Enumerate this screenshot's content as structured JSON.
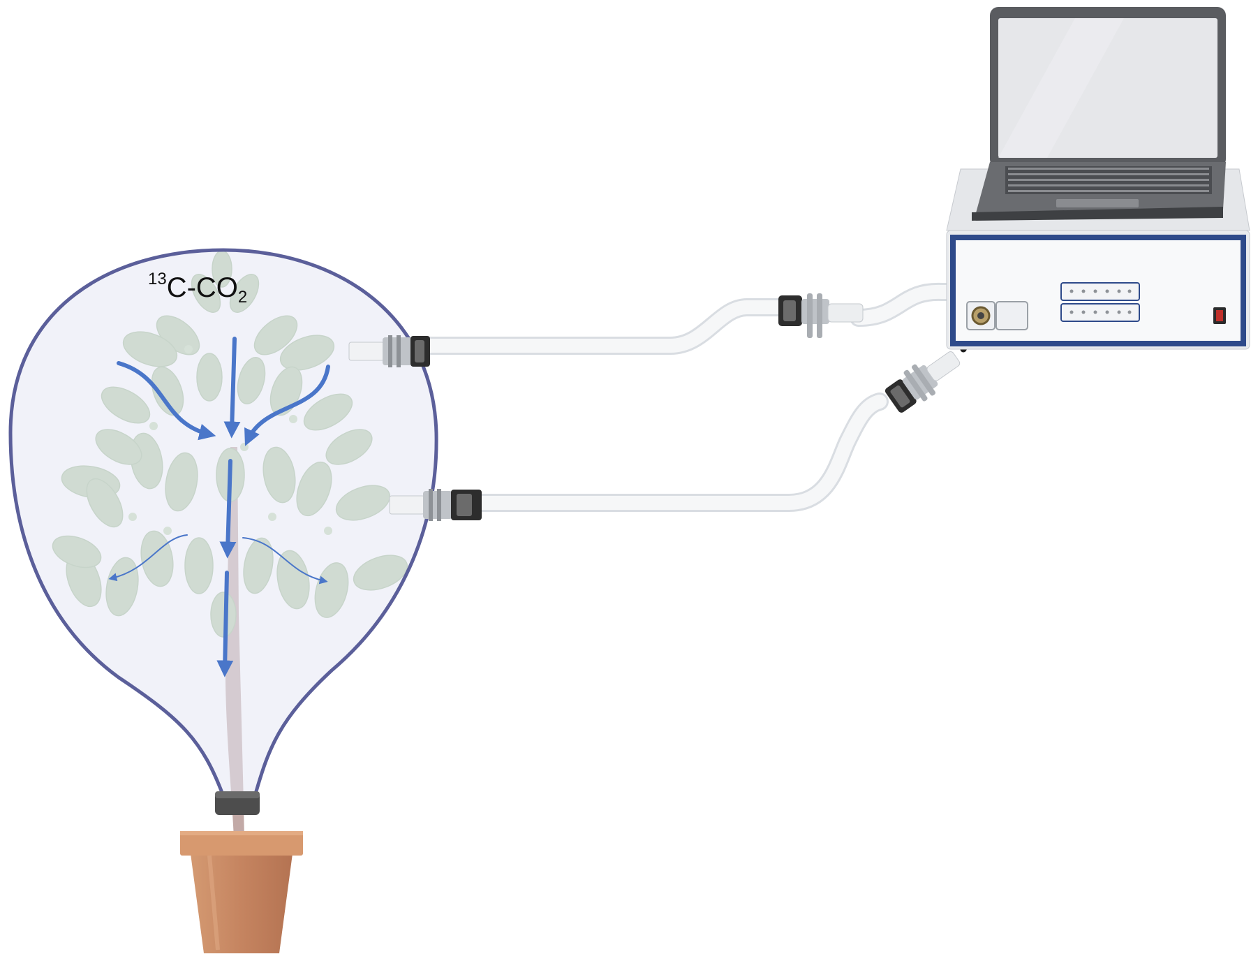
{
  "label": {
    "isotope_sup": "13",
    "main": "C-CO",
    "sub": "2"
  },
  "colors": {
    "bag_outline": "#5b5f9a",
    "bag_fill": "#e6e8f4",
    "arrow": "#4a76c9",
    "leaf": "#a8c49a",
    "pot": "#c98a63",
    "analyzer_frame": "#2e4a8a",
    "tube": "#eef0f2"
  },
  "icons": {
    "plant": "plant-icon",
    "pot": "flower-pot-icon",
    "laptop": "laptop-icon",
    "analyzer": "gas-analyzer-icon",
    "connector": "tube-connector-icon"
  }
}
